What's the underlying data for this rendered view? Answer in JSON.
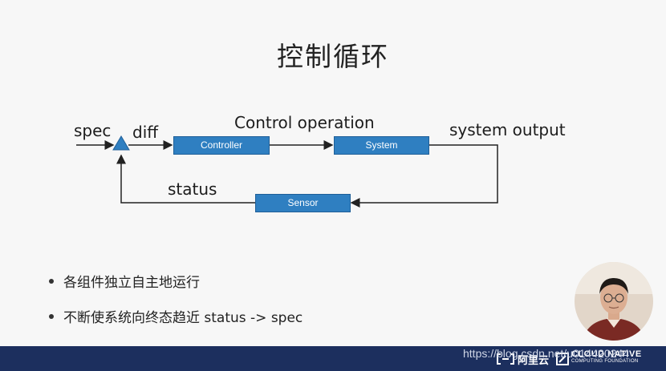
{
  "slide": {
    "title": "控制循环"
  },
  "diagram": {
    "label_spec": "spec",
    "label_diff": "diff",
    "label_control_operation": "Control operation",
    "label_system_output": "system output",
    "label_status": "status",
    "box_controller": "Controller",
    "box_system": "System",
    "box_sensor": "Sensor"
  },
  "bullets": [
    "各组件独立自主地运行",
    "不断使系统向终态趋近 status -> spec"
  ],
  "footer": {
    "logo_aliyun": "阿里云",
    "watermark": "https://blog.csdn.net/u014420244",
    "cncf_line1": "CLOUD NATIVE",
    "cncf_line2": "COMPUTING FOUNDATION"
  },
  "colors": {
    "box_fill": "#2f7fc1",
    "footer_bg": "#1c2f5e"
  }
}
